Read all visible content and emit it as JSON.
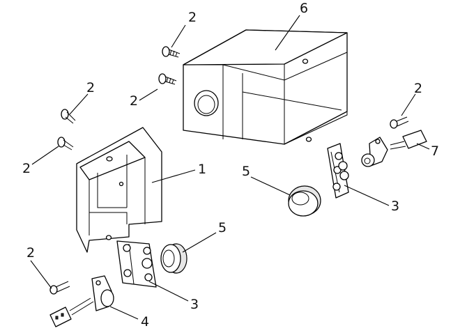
{
  "callouts": {
    "c1": "1",
    "c2a": "2",
    "c2b": "2",
    "c2c": "2",
    "c2d": "2",
    "c2e": "2",
    "c2f": "2",
    "c3a": "3",
    "c3b": "3",
    "c4": "4",
    "c5a": "5",
    "c5b": "5",
    "c6": "6",
    "c7": "7"
  }
}
